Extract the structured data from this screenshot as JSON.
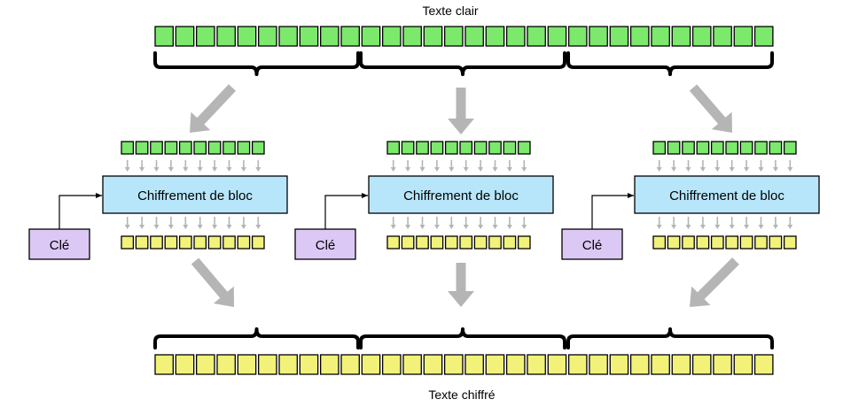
{
  "plaintext": {
    "label": "Texte clair",
    "cells": 30,
    "color": "#7CE86C"
  },
  "ciphertext": {
    "label": "Texte chiffré",
    "cells": 30,
    "color": "#F2F27A"
  },
  "block_cells": 10,
  "colors": {
    "cipher_box": "#B7E6FA",
    "key_box": "#DCC8F5",
    "arrow": "#B5B5B5",
    "stroke": "#000000"
  },
  "blocks": [
    {
      "cipher_label": "Chiffrement de bloc",
      "key_label": "Clé"
    },
    {
      "cipher_label": "Chiffrement de bloc",
      "key_label": "Clé"
    },
    {
      "cipher_label": "Chiffrement de bloc",
      "key_label": "Clé"
    }
  ]
}
